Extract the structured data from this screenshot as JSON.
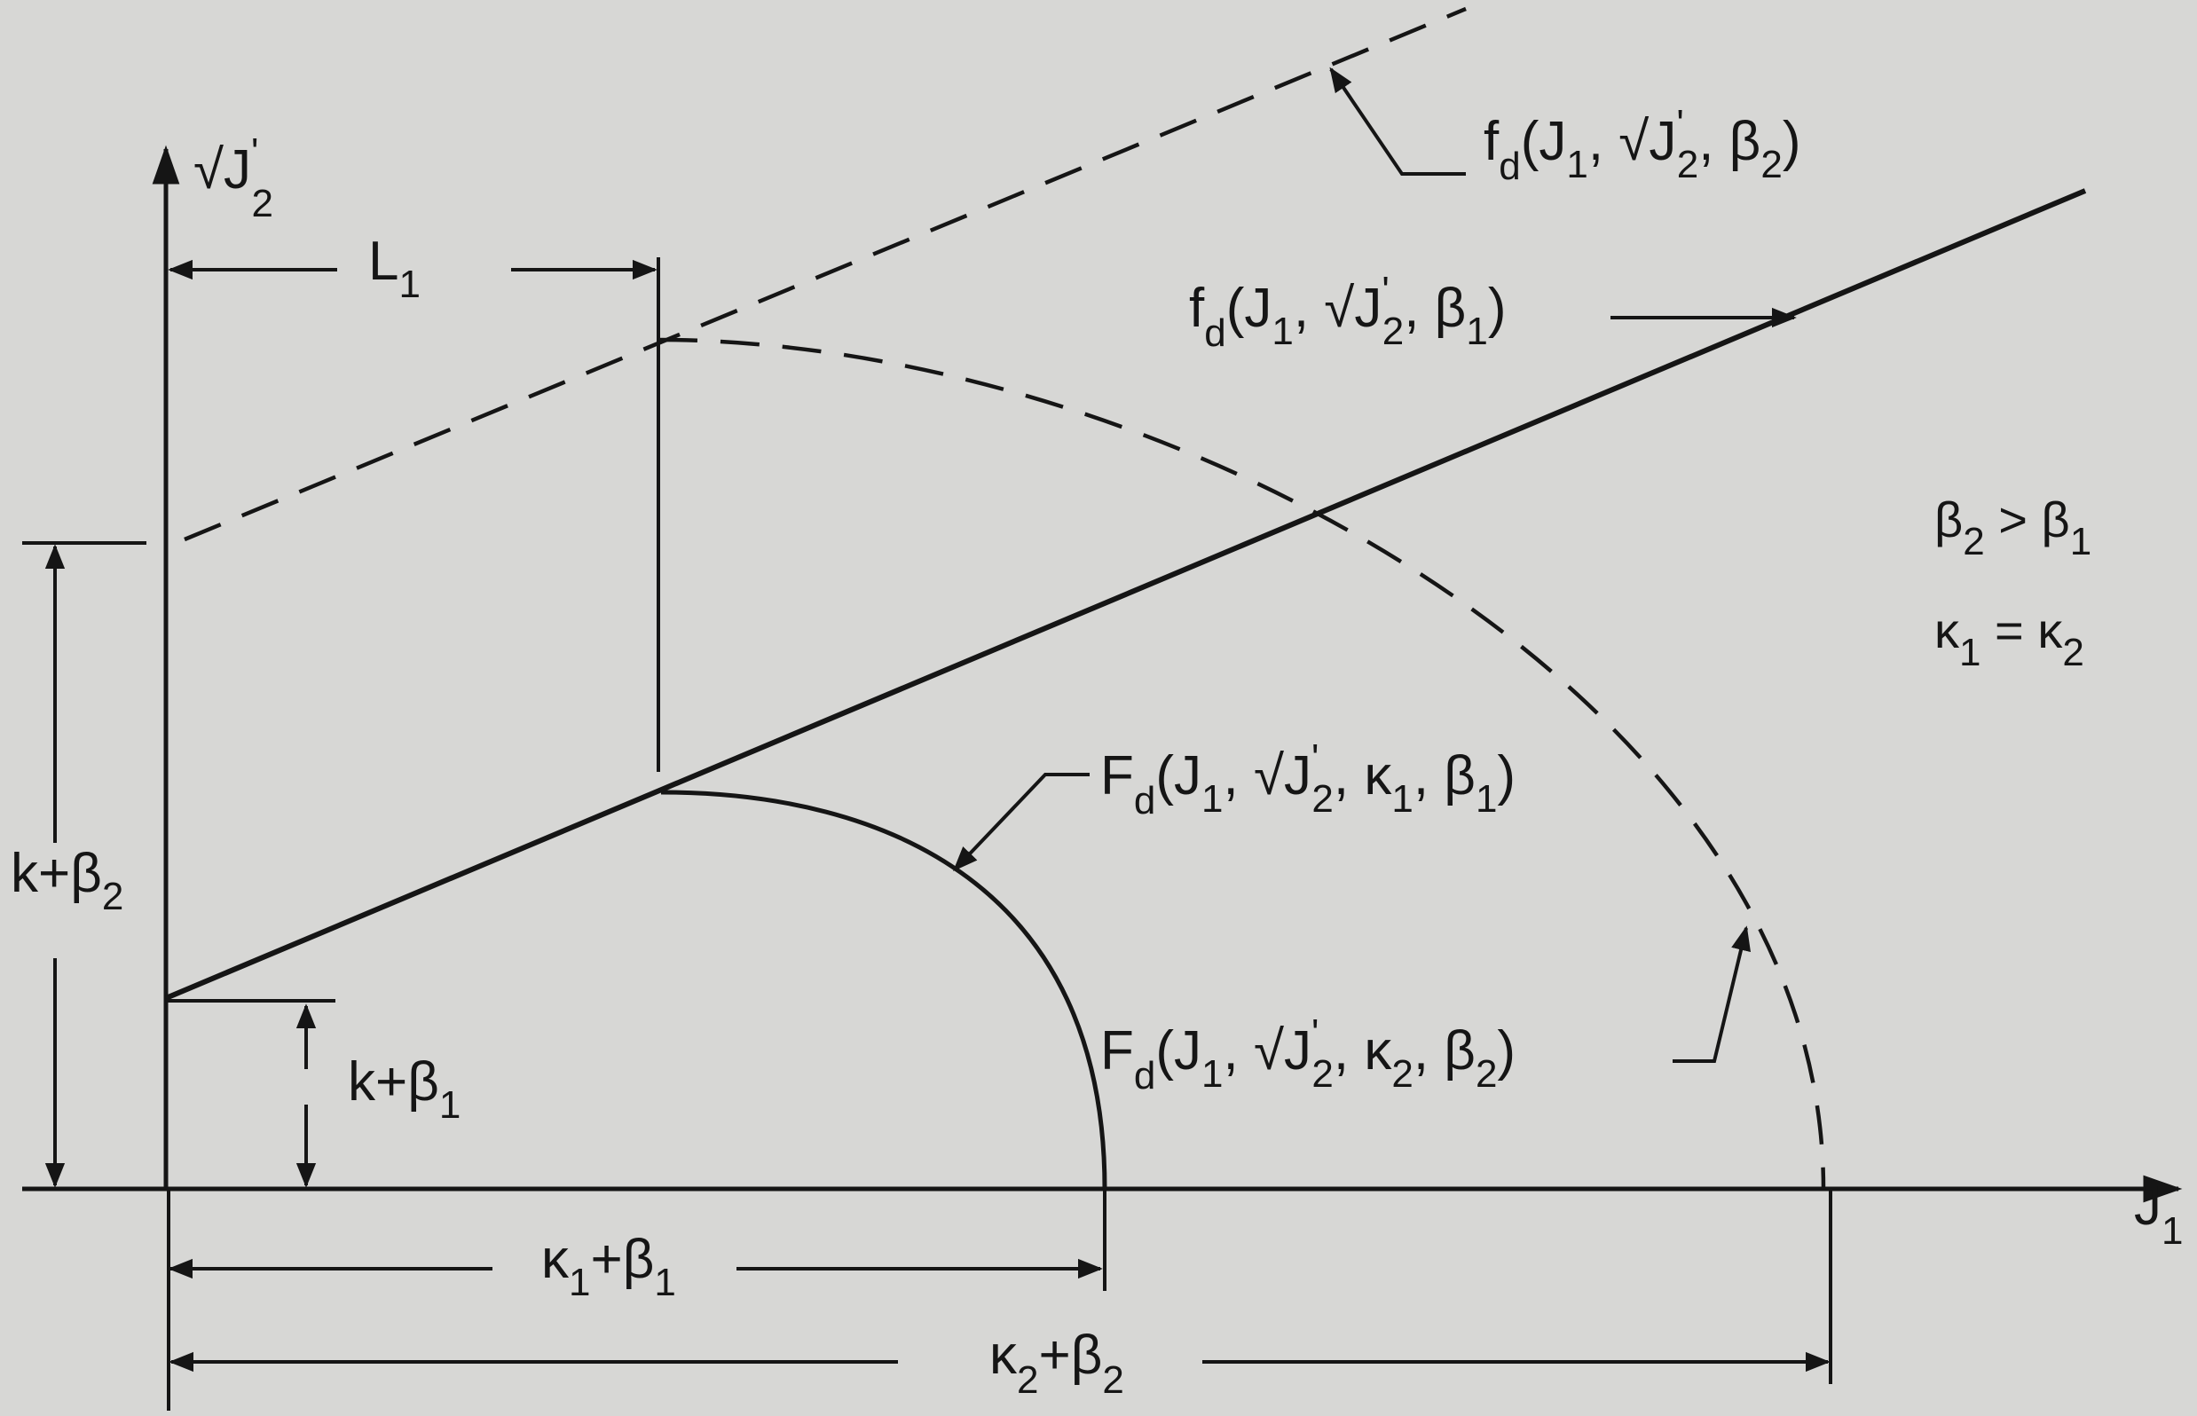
{
  "colors": {
    "paper": "#d7d7d5",
    "ink": "#151515"
  },
  "axes": {
    "y_label": {
      "main": "√J",
      "sup": "'",
      "sub": "2"
    },
    "x_label": {
      "main": "J",
      "sub": "1"
    }
  },
  "dimensions": {
    "L1": {
      "main": "L",
      "sub": "1"
    },
    "k_beta2": {
      "main": "k+β",
      "sub": "2"
    },
    "k_beta1": {
      "main": "k+β",
      "sub": "1"
    },
    "kappa1_beta1": {
      "a": "κ",
      "a_sub": "1",
      "b": "+β",
      "b_sub": "1"
    },
    "kappa2_beta2": {
      "a": "κ",
      "a_sub": "2",
      "b": "+β",
      "b_sub": "2"
    }
  },
  "curves": {
    "fd_beta2": {
      "f": "f",
      "f_sub": "d",
      "args": "(J",
      "a1": "1",
      "mid": ", √J",
      "sup": "'",
      "a2": "2",
      "rest": ", β",
      "a3": "2",
      "close": ")"
    },
    "fd_beta1": {
      "f": "f",
      "f_sub": "d",
      "args": "(J",
      "a1": "1",
      "mid": ", √J",
      "sup": "'",
      "a2": "2",
      "rest": ", β",
      "a3": "1",
      "close": ")"
    },
    "Fd_k1_b1": {
      "f": "F",
      "f_sub": "d",
      "args": "(J",
      "a1": "1",
      "mid": ", √J",
      "sup": "'",
      "a2": "2",
      "rest": ", κ",
      "a3": "1",
      "rest2": ", β",
      "a4": "1",
      "close": ")"
    },
    "Fd_k2_b2": {
      "f": "F",
      "f_sub": "d",
      "args": "(J",
      "a1": "1",
      "mid": ", √J",
      "sup": "'",
      "a2": "2",
      "rest": ", κ",
      "a3": "2",
      "rest2": ", β",
      "a4": "2",
      "close": ")"
    }
  },
  "conditions": {
    "beta": {
      "l": "β",
      "l_sub": "2",
      "op": " > ",
      "r": "β",
      "r_sub": "1"
    },
    "kappa": {
      "l": "κ",
      "l_sub": "1",
      "op": " = ",
      "r": "κ",
      "r_sub": "2"
    }
  }
}
